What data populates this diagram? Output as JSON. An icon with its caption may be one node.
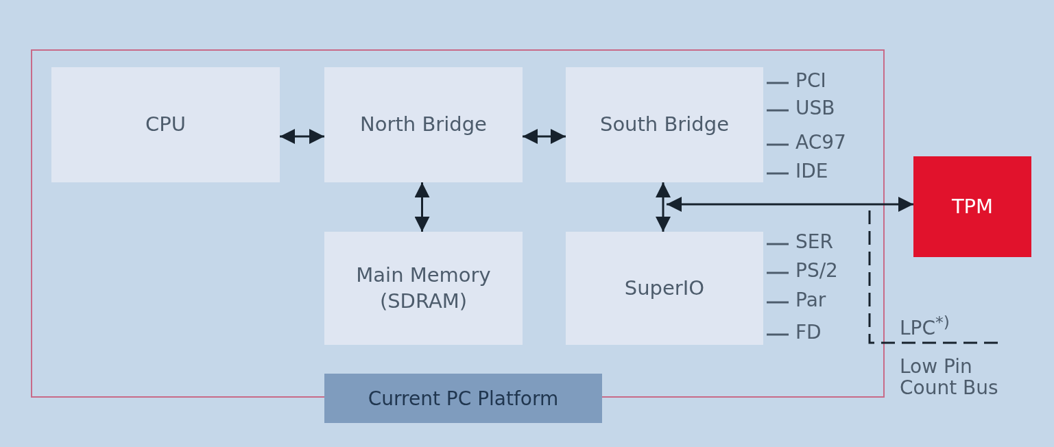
{
  "diagram": {
    "nodes": [
      {
        "text": [
          "Current PC Platform"
        ]
      },
      {
        "text": [
          "CPU"
        ],
        "in": 0
      },
      {
        "text": [
          "North Bridge"
        ],
        "in": 0
      },
      {
        "text": [
          "South Bridge"
        ],
        "in": 0
      },
      {
        "text": [
          "Main Memory (SDRAM)"
        ],
        "in": 0
      },
      {
        "text": [
          "SuperIO"
        ],
        "in": 0
      },
      {
        "text": [
          "TPM"
        ]
      },
      {
        "text": [
          "LPC$^{*)}$"
        ]
      }
    ],
    "edges": [
      {
        "from": 1,
        "to": 2,
        "arrow": "both"
      },
      {
        "from": 2,
        "to": 3,
        "arrow": "both"
      },
      {
        "from": 2,
        "to": 4,
        "arrow": "both"
      },
      {
        "from": 3,
        "to": 5,
        "arrow": "both"
      },
      {
        "from": 3,
        "to": 6,
        "arrow": "both"
      },
      {
        "from": 7,
        "to": null,
        "arrow": "none",
        "style": "dashed"
      }
    ],
    "labels": [
      "PCI",
      "USB",
      "AC97",
      "IDE",
      "SER",
      "PS/2",
      "Par",
      "FD",
      "Low Pin Count Bus"
    ]
  }
}
